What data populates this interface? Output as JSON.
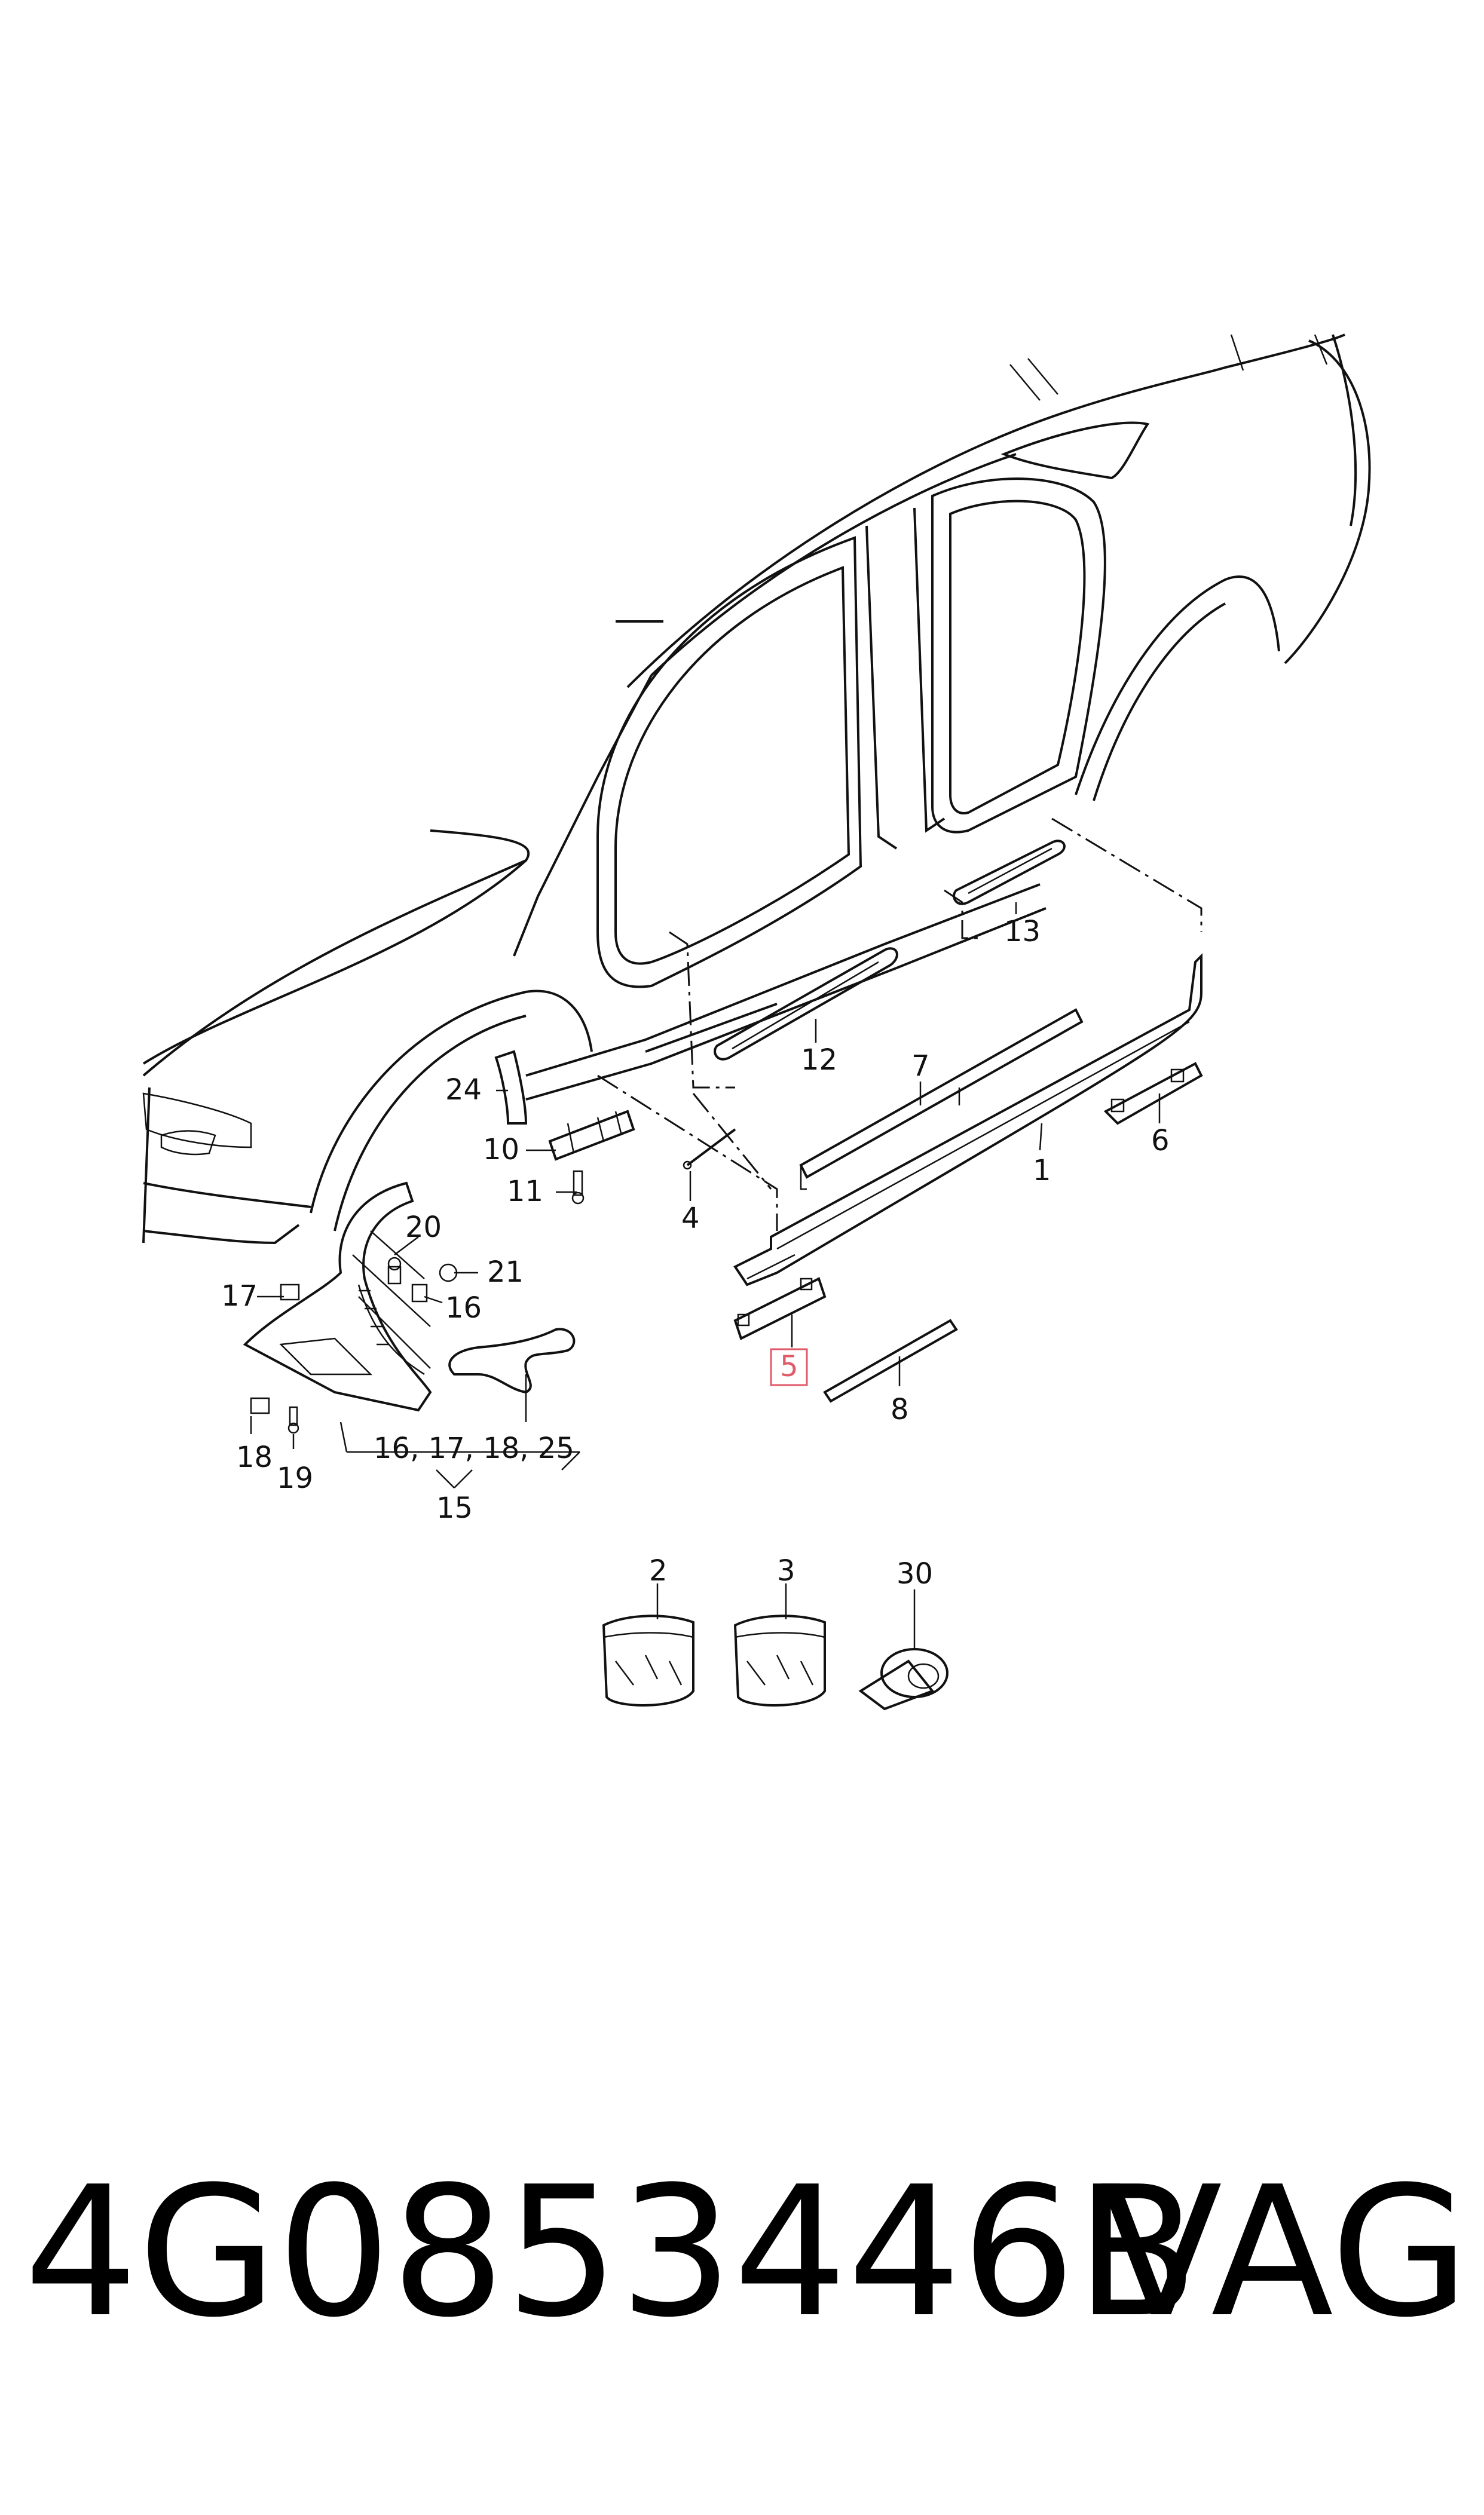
{
  "diagram": {
    "callouts": {
      "c1": "1",
      "c2": "2",
      "c3": "3",
      "c4": "4",
      "c5": "5",
      "c6": "6",
      "c7": "7",
      "c8": "8",
      "c10": "10",
      "c11": "11",
      "c12": "12",
      "c13": "13",
      "c15": "15",
      "c15_group": "16, 17, 18, 25",
      "c16": "16",
      "c17": "17",
      "c18": "18",
      "c19": "19",
      "c20": "20",
      "c21": "21",
      "c24": "24",
      "c30": "30"
    },
    "highlighted_callout": "5",
    "highlight_color": "#e05a6a"
  },
  "footer": {
    "part_number": "4G0853446B",
    "brand": "VAG"
  }
}
